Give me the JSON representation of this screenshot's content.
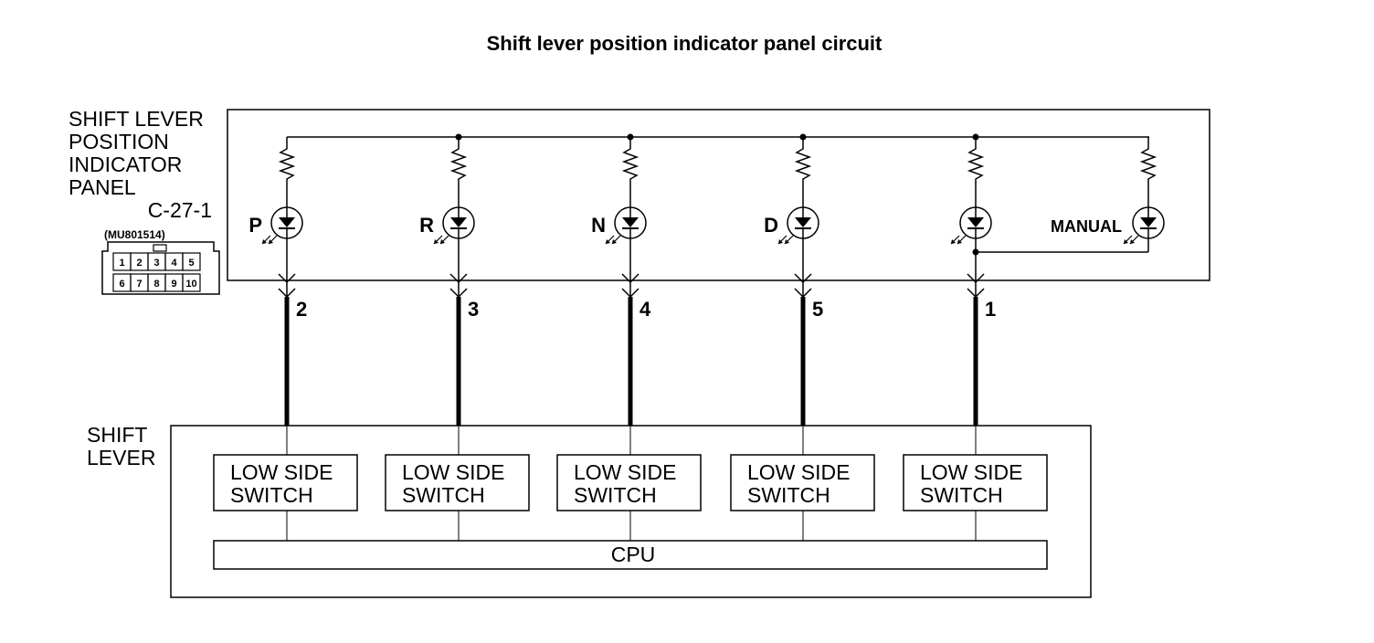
{
  "title": "Shift lever position indicator panel circuit",
  "panel": {
    "label_lines": [
      "SHIFT LEVER",
      "POSITION",
      "INDICATOR",
      "PANEL"
    ],
    "connector_id": "C-27-1",
    "connector_part": "(MU801514)",
    "connector_pins_top": [
      "1",
      "2",
      "3",
      "4",
      "5"
    ],
    "connector_pins_bottom": [
      "6",
      "7",
      "8",
      "9",
      "10"
    ]
  },
  "channels": [
    {
      "indicator": "P",
      "terminal": "2",
      "switch_line1": "LOW SIDE",
      "switch_line2": "SWITCH"
    },
    {
      "indicator": "R",
      "terminal": "3",
      "switch_line1": "LOW SIDE",
      "switch_line2": "SWITCH"
    },
    {
      "indicator": "N",
      "terminal": "4",
      "switch_line1": "LOW SIDE",
      "switch_line2": "SWITCH"
    },
    {
      "indicator": "D",
      "terminal": "5",
      "switch_line1": "LOW SIDE",
      "switch_line2": "SWITCH"
    },
    {
      "indicator": "",
      "terminal": "1",
      "switch_line1": "LOW SIDE",
      "switch_line2": "SWITCH"
    }
  ],
  "manual_indicator": "MANUAL",
  "shift_lever": {
    "label_lines": [
      "SHIFT",
      "LEVER"
    ],
    "cpu_label": "CPU"
  }
}
